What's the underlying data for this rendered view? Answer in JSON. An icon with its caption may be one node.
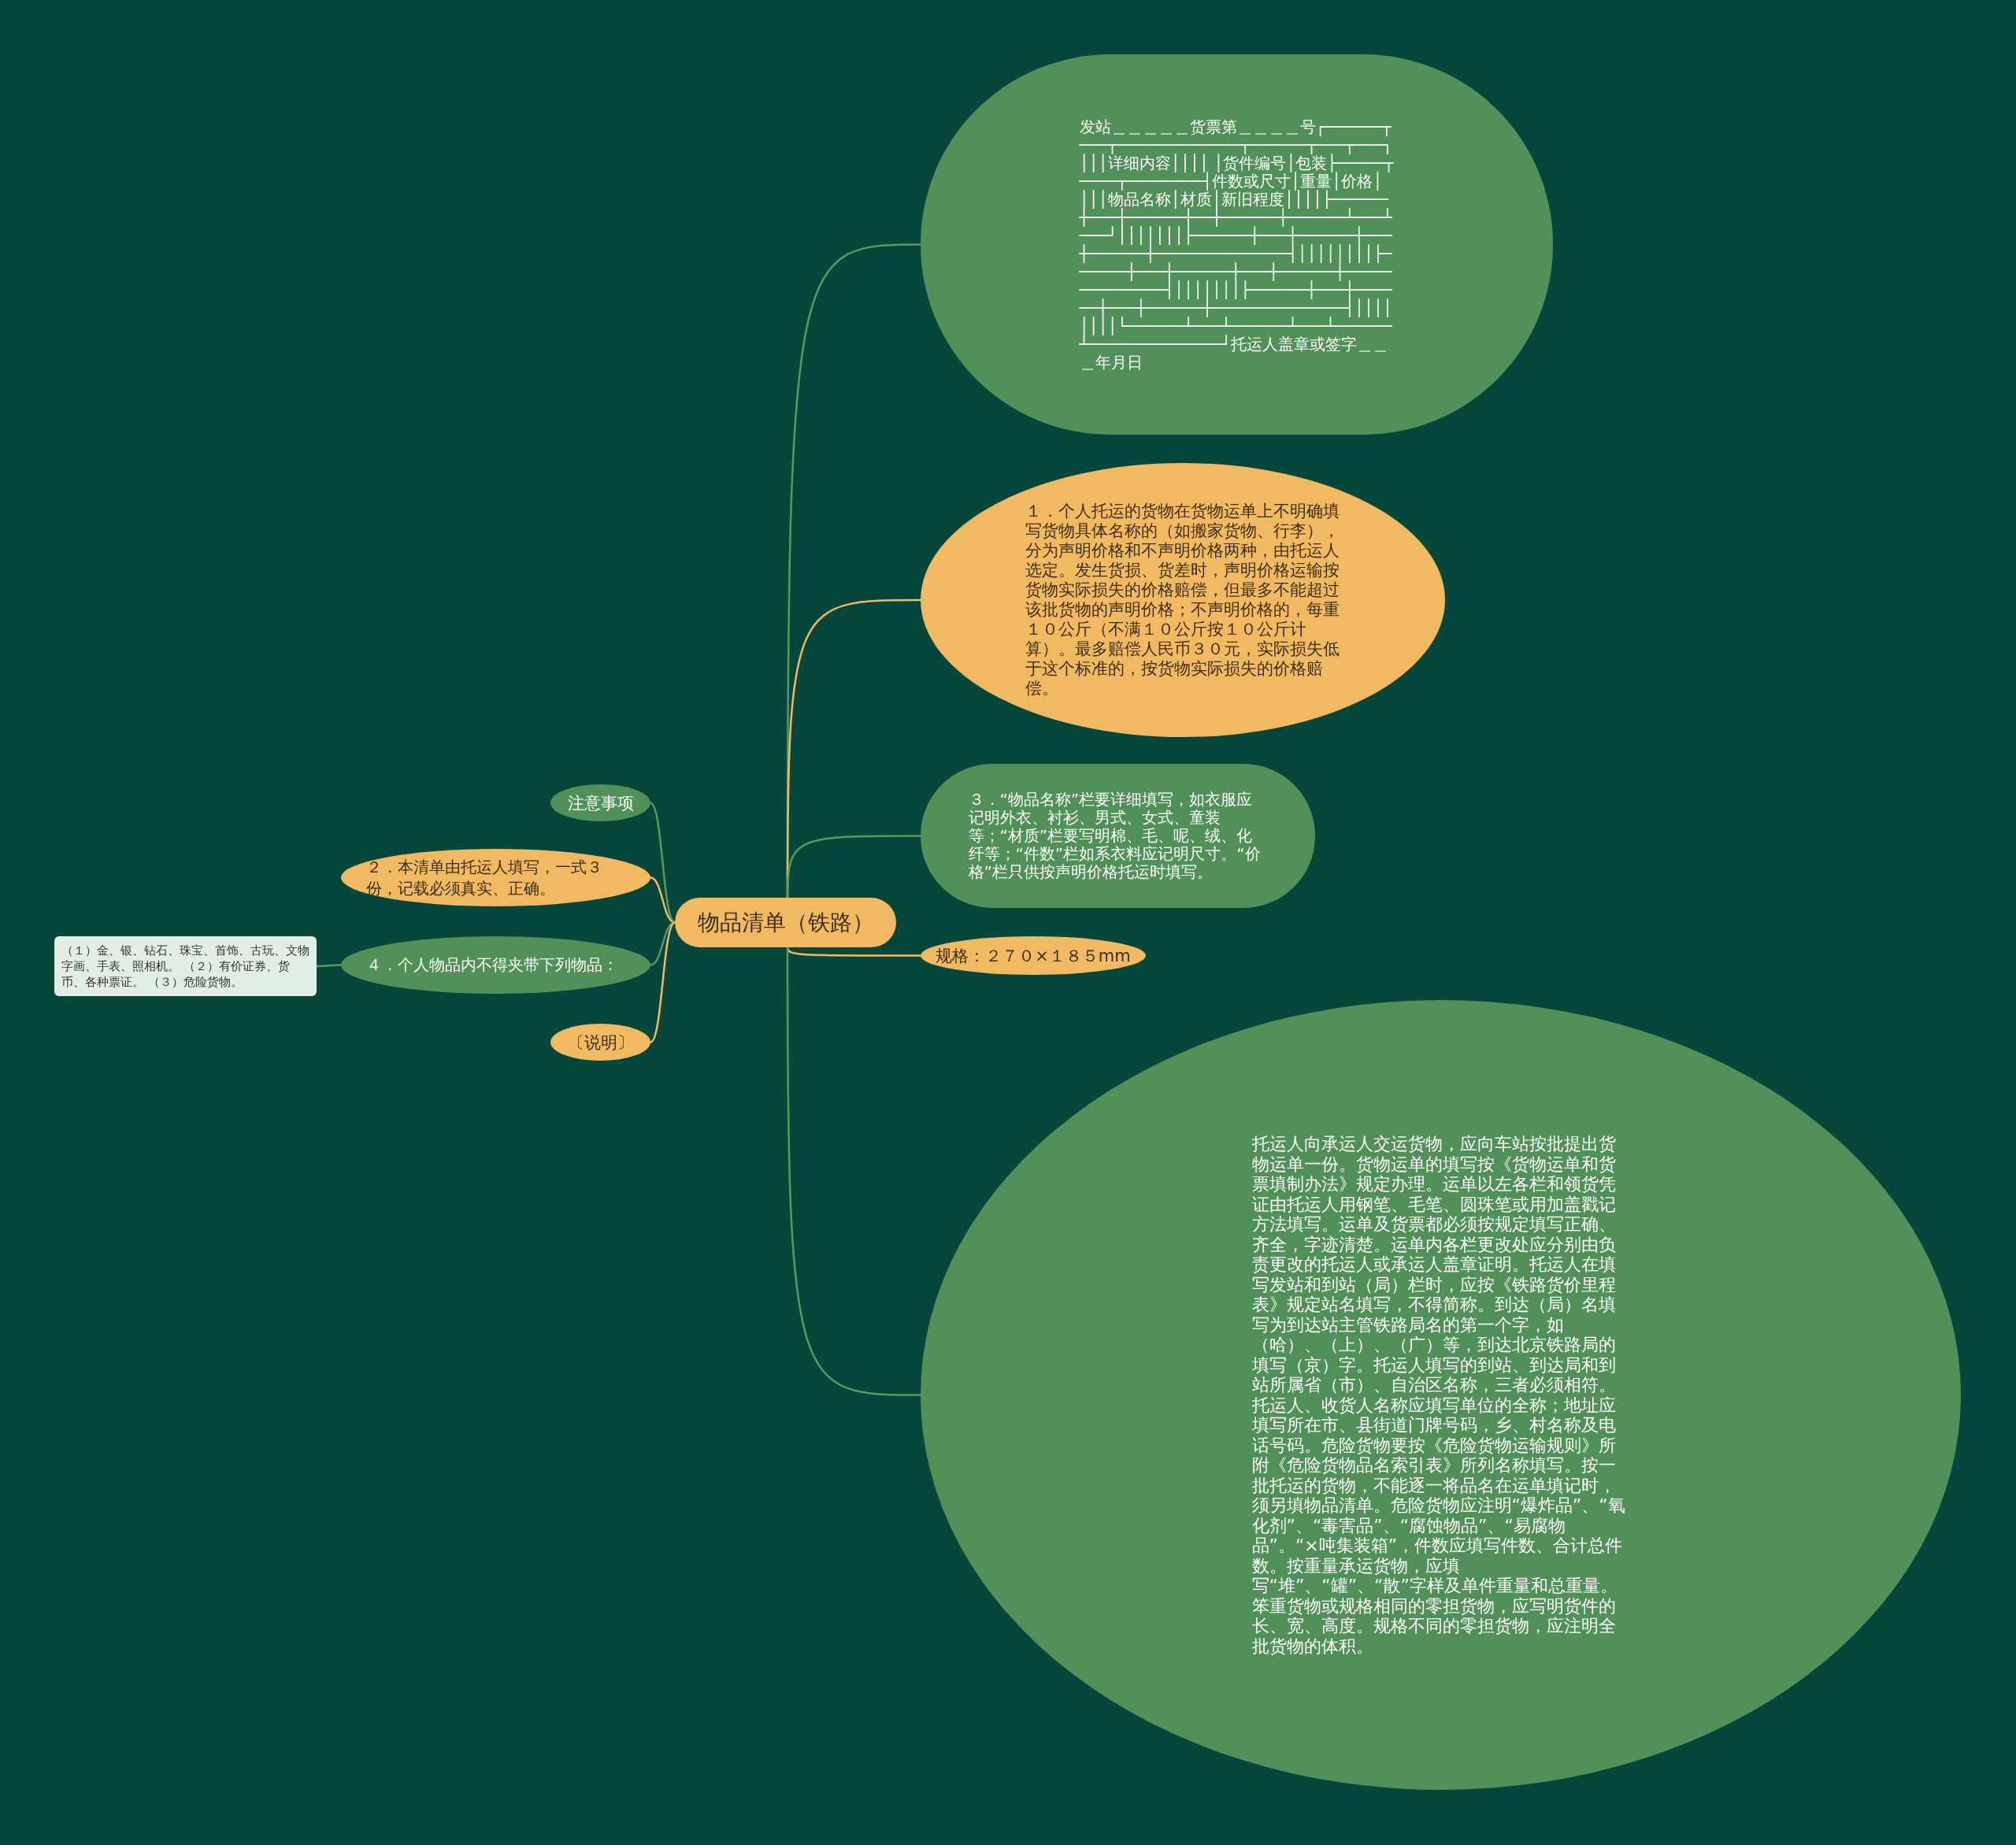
{
  "diagram": {
    "nodes": [
      {
        "text": [
          "物品清单（铁路）"
        ]
      },
      {
        "text": [
          "注意事项"
        ]
      },
      {
        "text": [
          "２．本清单由托运人填写，一式３份，记载必须真实、正确。"
        ]
      },
      {
        "text": [
          "４．个人物品内不得夹带下列物品："
        ]
      },
      {
        "text": [
          "（１）金、银、钻石、珠宝、首饰、古玩、文物字画、手表、照相机。 （２）有价证券、货币、各种票证。 （３）危险货物。"
        ]
      },
      {
        "text": [
          "〔说明〕"
        ]
      },
      {
        "text": [
          "发站＿＿＿＿＿货票第＿＿＿＿号┌──────┬───┬─────────────┬──────┬───┬───┐│││详细内容││││ │货件编号│包装├─────┬────┬────────┤件数或尺寸│重量│价格│ │││物品名称│材质│新旧程度││││├──────┼───┼──────┼──┼──────┼──────┴───┴───┘│││││││├──────┼───┼──────┼───┼──────┼──────────────┤││││││││├──────┼───┼──────┼───┼──────┼──────────────┤│││││││├──────┼───┼──────┼───┼──────┼──────────────┤││││││││└──────┴───┴──────┴───┴──────┴──────────────┘托运人盖章或签字＿＿＿年月日"
        ]
      },
      {
        "text": [
          "１．个人托运的货物在货物运单上不明确填写货物具体名称的（如搬家货物、行李），分为声明价格和不声明价格两种，由托运人选定。发生货损、货差时，声明价格运输按货物实际损失的价格赔偿，但最多不能超过该批货物的声明价格；不声明价格的，每重１０公斤（不满１０公斤按１０公斤计算）。最多赔偿人民币３０元，实际损失低于这个标准的，按货物实际损失的价格赔偿。"
        ]
      },
      {
        "text": [
          "３．“物品名称”栏要详细填写，如衣服应记明外衣、衬衫、男式、女式、童装等；“材质”栏要写明棉、毛、呢、绒、化纤等；“件数”栏如系衣料应记明尺寸。“价格”栏只供按声明价格托运时填写。"
        ]
      },
      {
        "text": [
          "规格：２７０×１８５mm"
        ]
      },
      {
        "text": [
          "托运人向承运人交运货物，应向车站按批提出货物运单一份。货物运单的填写按《货物运单和货票填制办法》规定办理。运单以左各栏和领货凭证由托运人用钢笔、毛笔、圆珠笔或用加盖戳记方法填写。运单及货票都必须按规定填写正确、齐全，字迹清楚。运单内各栏更改处应分别由负责更改的托运人或承运人盖章证明。托运人在填写发站和到站（局）栏时，应按《铁路货价里程表》规定站名填写，不得简称。到达（局）名填写为到达站主管铁路局名的第一个字，如（哈）、（上）、（广）等，到达北京铁路局的填写（京）字。托运人填写的到站、到达局和到站所属省（市）、自治区名称，三者必须相符。托运人、收货人名称应填写单位的全称；地址应填写所在市、县街道门牌号码，乡、村名称及电话号码。危险货物要按《危险货物运输规则》所附《危险货物品名索引表》所列名称填写。按一批托运的货物，不能逐一将品名在运单填记时，须另填物品清单。危险货物应注明“爆炸品”、“氧化剂”、“毒害品”、“腐蚀物品”、“易腐物品”。“×吨集装箱”，件数应填写件数、合计总件数。按重量承运货物，应填写“堆”、“罐”、“散”字样及单件重量和总重量。笨重货物或规格相同的零担货物，应写明货件的长、宽、高度。规格不同的零担货物，应注明全批货物的体积。"
        ]
      }
    ],
    "edges": [
      {
        "from": 0,
        "to": 1,
        "arrow": "none"
      },
      {
        "from": 0,
        "to": 2,
        "arrow": "none",
        "color": "#f0b962"
      },
      {
        "from": 0,
        "to": 3,
        "arrow": "none"
      },
      {
        "from": 3,
        "to": 4,
        "arrow": "none"
      },
      {
        "from": 0,
        "to": 5,
        "arrow": "none",
        "color": "#f0b962"
      },
      {
        "from": 0,
        "to": 6,
        "arrow": "none"
      },
      {
        "from": 0,
        "to": 7,
        "arrow": "none",
        "color": "#f0b962"
      },
      {
        "from": 0,
        "to": 8,
        "arrow": "none"
      },
      {
        "from": 0,
        "to": 9,
        "arrow": "none",
        "color": "#f0b962"
      },
      {
        "from": 0,
        "to": 10,
        "arrow": "none"
      }
    ]
  }
}
